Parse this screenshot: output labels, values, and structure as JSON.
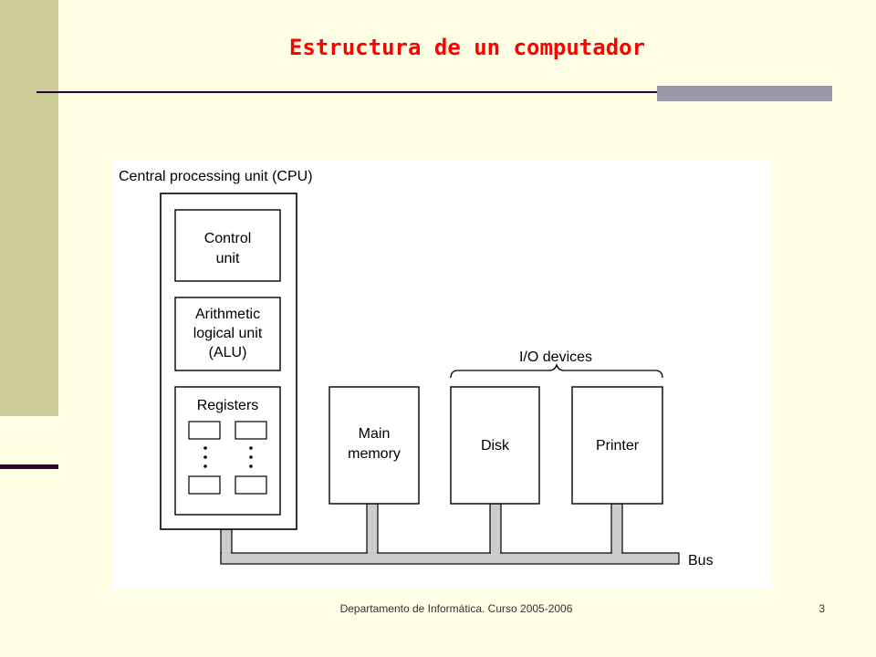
{
  "slide": {
    "title": "Estructura de un computador",
    "footer": "Departamento de Informática. Curso 2005-2006",
    "page_number": "3"
  },
  "diagram": {
    "cpu_label": "Central processing unit (CPU)",
    "control_unit": [
      "Control",
      "unit"
    ],
    "alu": [
      "Arithmetic",
      "logical unit",
      "(ALU)"
    ],
    "registers": "Registers",
    "main_memory": [
      "Main",
      "memory"
    ],
    "io_devices": "I/O devices",
    "disk": "Disk",
    "printer": "Printer",
    "bus": "Bus"
  },
  "colors": {
    "title": "#ff0000",
    "background": "#ffffe6",
    "side_bar": "#cccc99",
    "accent_dark": "#330033",
    "rule_accent": "#9999aa",
    "bus": "#cccccc"
  }
}
